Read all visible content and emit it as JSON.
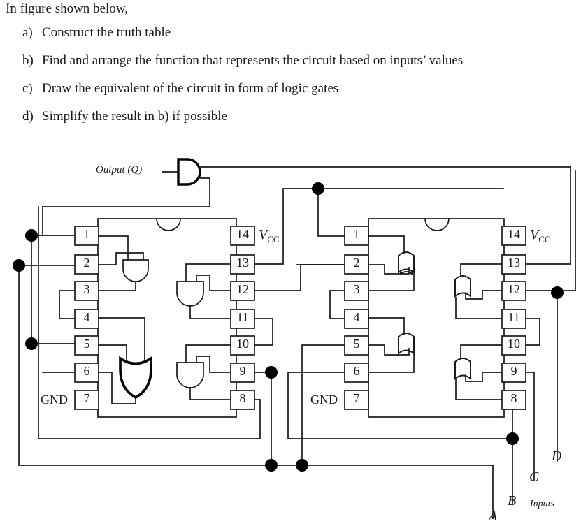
{
  "question": {
    "intro": "In figure shown below,",
    "items": [
      {
        "marker": "a)",
        "text": "Construct the truth table"
      },
      {
        "marker": "b)",
        "text": "Find and arrange the function that represents the circuit based on inputs’ values"
      },
      {
        "marker": "c)",
        "text": "Draw the equivalent of the circuit in form of logic gates"
      },
      {
        "marker": "d)",
        "text": "Simplify the result in b) if possible"
      }
    ]
  },
  "circuit": {
    "output_label": "Output (Q)",
    "inputs_label": "Inputs",
    "input_names": [
      "A",
      "B",
      "C",
      "D"
    ],
    "colors": {
      "wire": "#1a1a1a",
      "gate_bold": "#000000",
      "background": "#ffffff"
    },
    "chips": [
      {
        "id": "left-chip",
        "type": "quad-and-gate-ic",
        "gate_kind": "AND",
        "vcc_label": "V",
        "vcc_sub": "CC",
        "gnd_label": "GND",
        "pins_left": [
          "1",
          "2",
          "3",
          "4",
          "5",
          "6",
          "7"
        ],
        "pins_right": [
          "14",
          "13",
          "12",
          "11",
          "10",
          "9",
          "8"
        ]
      },
      {
        "id": "right-chip",
        "type": "quad-or-gate-ic",
        "gate_kind": "OR",
        "vcc_label": "V",
        "vcc_sub": "CC",
        "gnd_label": "GND",
        "pins_left": [
          "1",
          "2",
          "3",
          "4",
          "5",
          "6",
          "7"
        ],
        "pins_right": [
          "14",
          "13",
          "12",
          "11",
          "10",
          "9",
          "8"
        ]
      }
    ]
  }
}
